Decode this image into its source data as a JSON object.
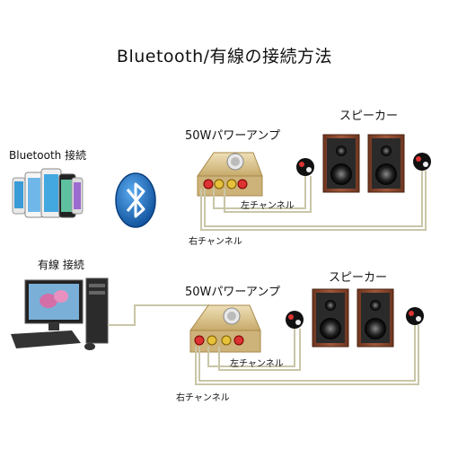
{
  "title": "Bluetooth/有線の接続方法",
  "bluetooth_section": {
    "connection_label": "Bluetooth 接続",
    "amp_label": "50Wパワーアンプ",
    "speaker_label": "スピーカー",
    "left_channel_label": "左チャンネル",
    "right_channel_label": "右チャンネル"
  },
  "wired_section": {
    "connection_label": "有線 接続",
    "amp_label": "50Wパワーアンプ",
    "speaker_label": "スピーカー",
    "left_channel_label": "左チャンネル",
    "right_channel_label": "右チャンネル"
  },
  "colors": {
    "bluetooth_blue": "#1e73c8",
    "amp_gold": "#d8c08a",
    "speaker_wood": "#8a4a2a",
    "wire": "#c9c6a8"
  }
}
